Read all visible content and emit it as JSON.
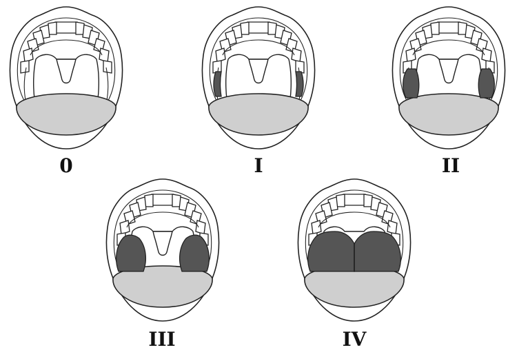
{
  "diagram": {
    "grades": [
      {
        "label": "0",
        "tonsil_fill": 0.0
      },
      {
        "label": "I",
        "tonsil_fill": 0.15
      },
      {
        "label": "II",
        "tonsil_fill": 0.35
      },
      {
        "label": "III",
        "tonsil_fill": 0.6
      },
      {
        "label": "IV",
        "tonsil_fill": 1.0
      }
    ]
  },
  "colors": {
    "tongue": "#cfcfcf",
    "tonsil": "#555555",
    "outline": "#222222"
  }
}
